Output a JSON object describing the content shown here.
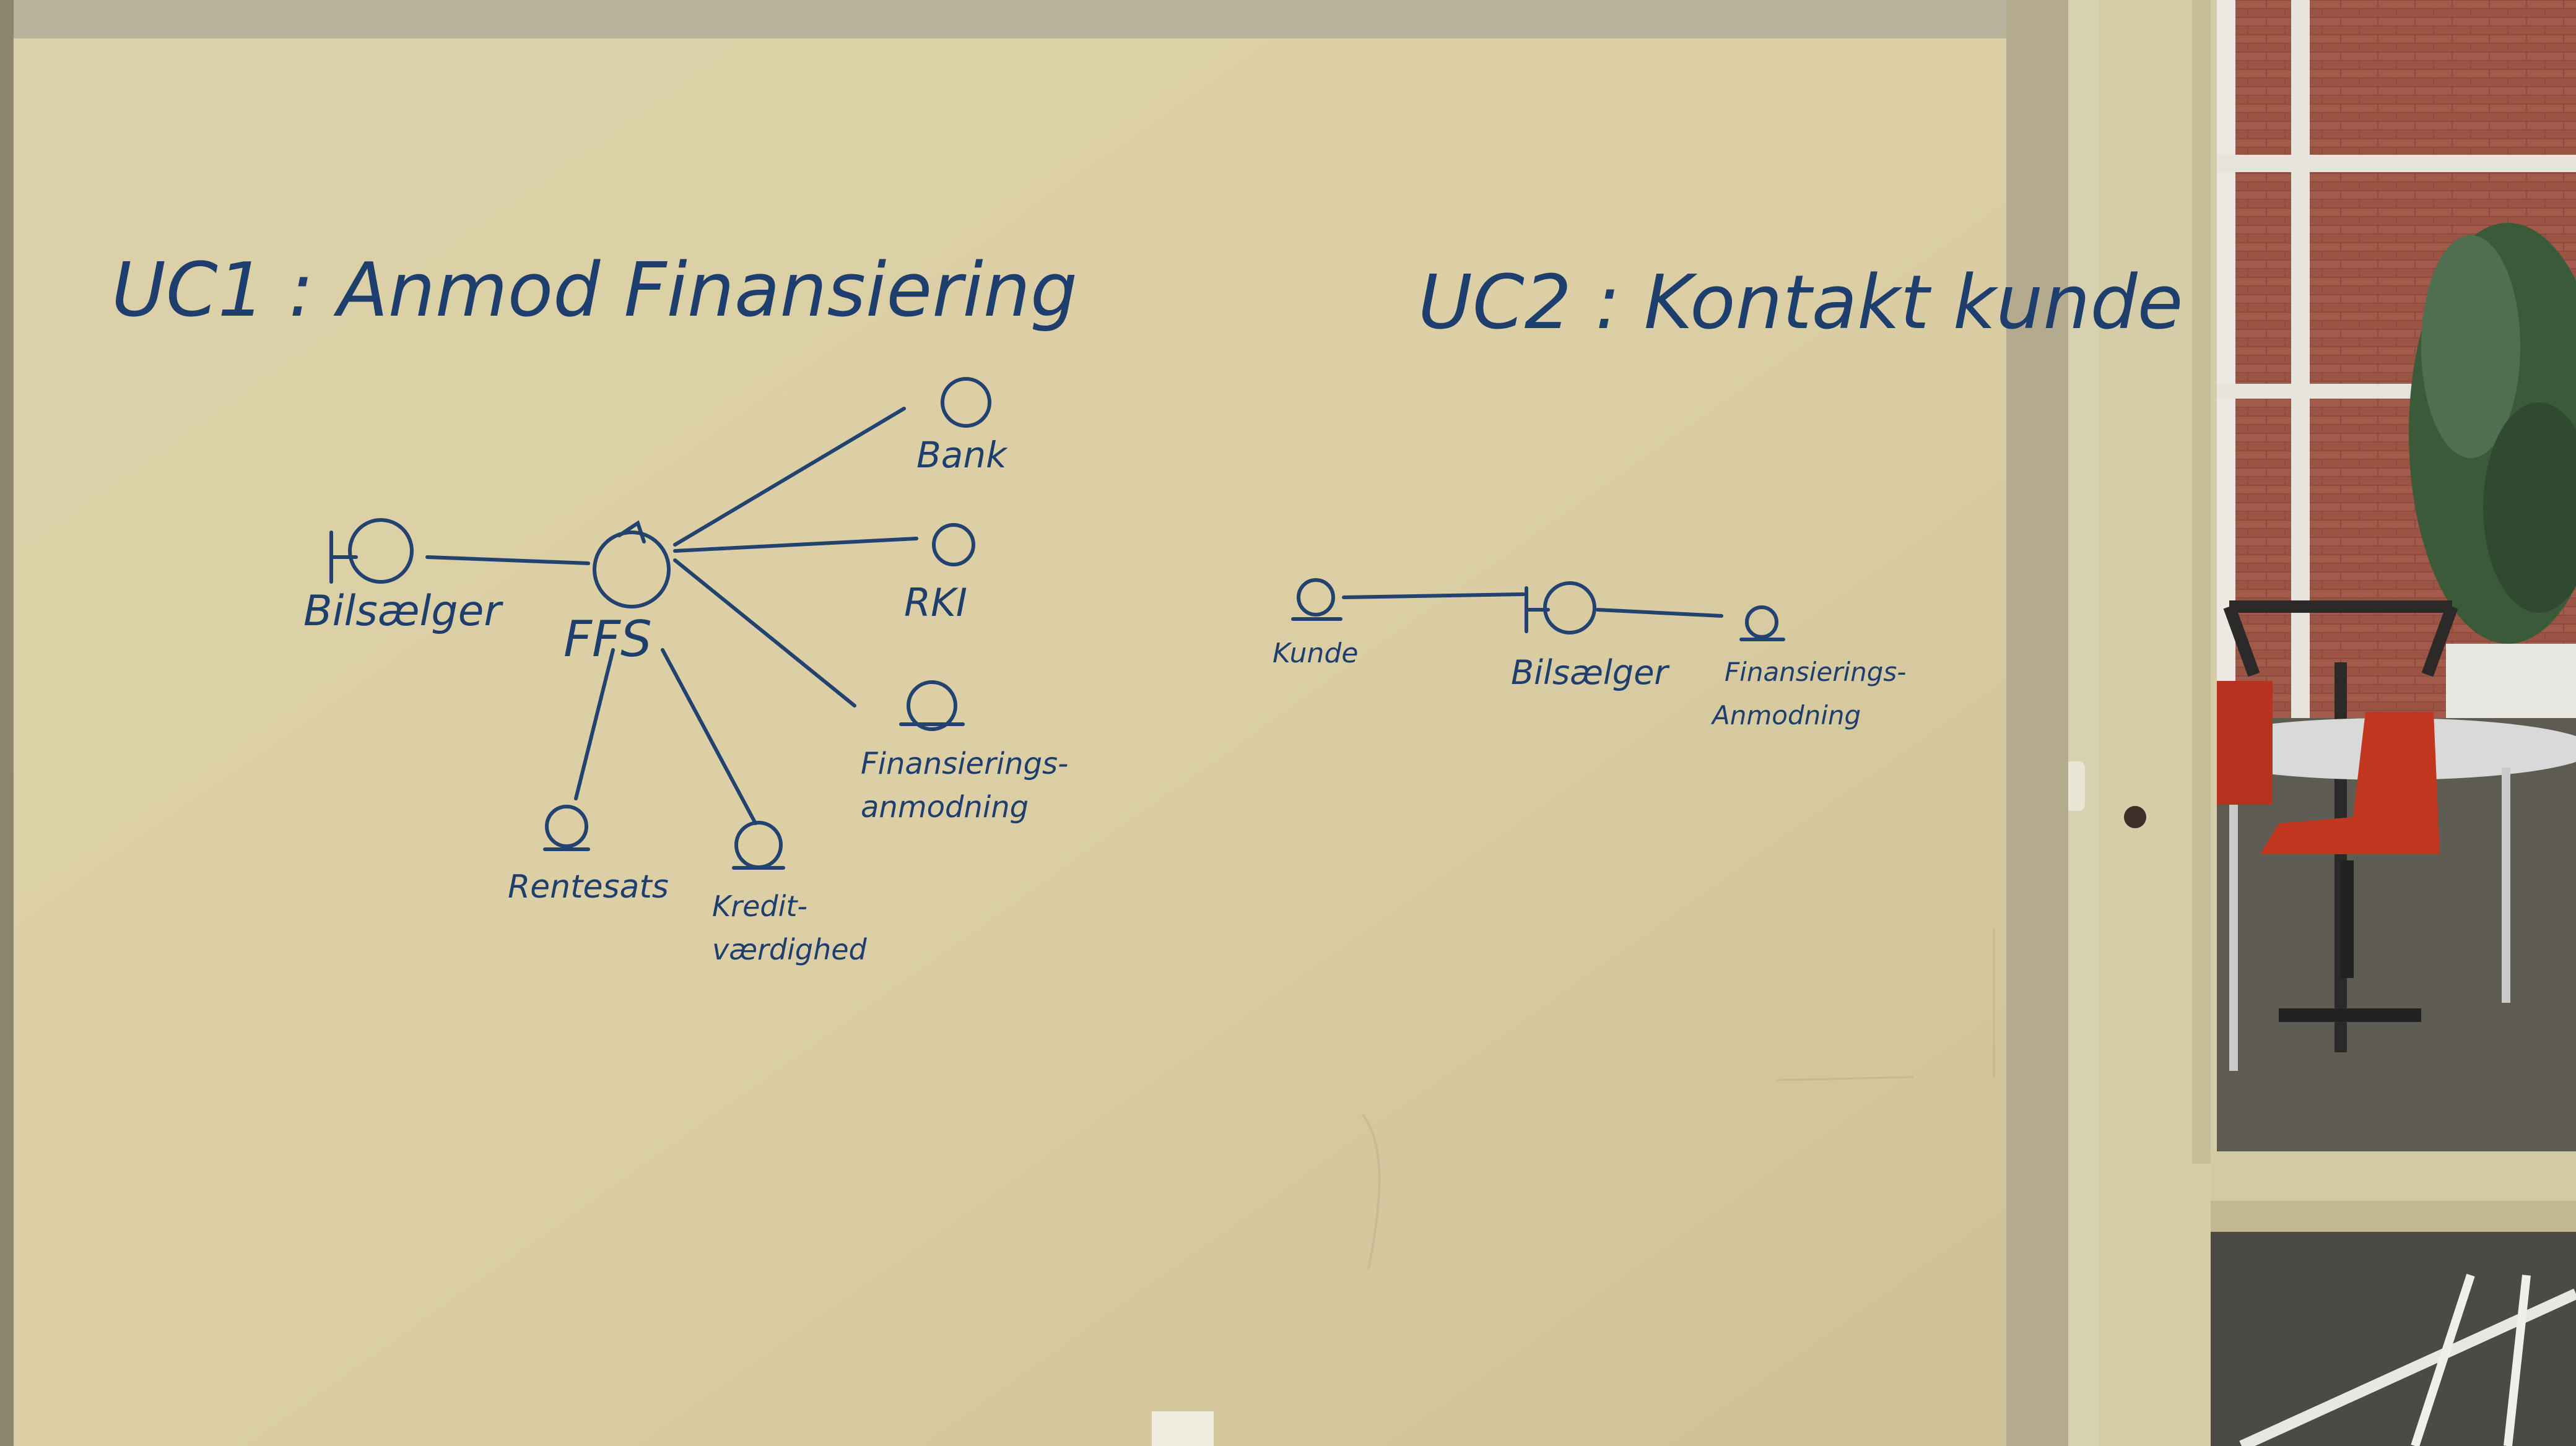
{
  "whiteboard": {
    "uc1": {
      "title": "UC1 : Anmod Finansiering",
      "actor": "Bilsælger",
      "controller": "FFS",
      "entities": [
        "Bank",
        "RKI",
        "Finansierings-",
        "anmodning",
        "Rentesats",
        "Kredit-",
        "værdighed"
      ]
    },
    "uc2": {
      "title": "UC2 : Kontakt kunde",
      "nodes": [
        "Kunde",
        "Bilsælger",
        "Finansierings-",
        "Anmodning"
      ]
    }
  },
  "colors": {
    "ink": "#22426f",
    "board": "#d9cfa7",
    "frame": "#a79e86"
  }
}
